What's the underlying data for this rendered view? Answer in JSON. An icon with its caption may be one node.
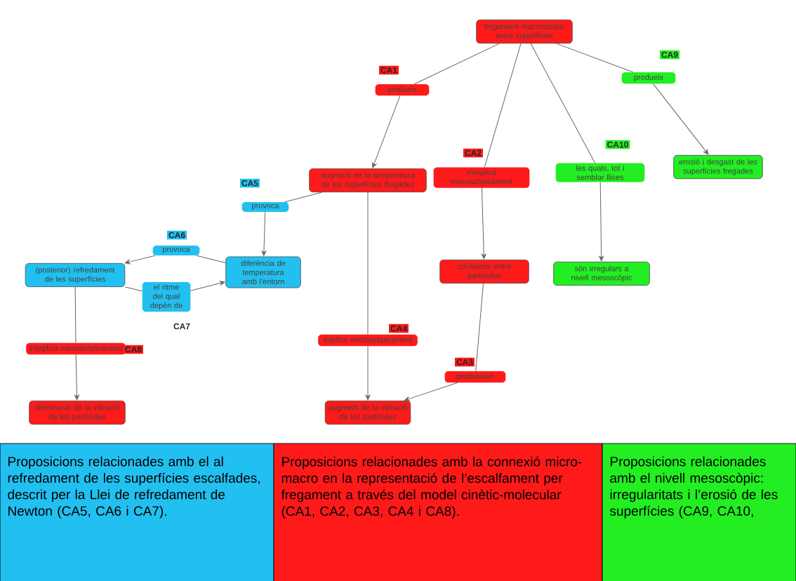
{
  "diagram": {
    "nodes": [
      {
        "text": [
          "fregament macroscòpic entre superfícies"
        ]
      },
      {
        "text": [
          "produeix"
        ]
      },
      {
        "text": [
          "produeix"
        ]
      },
      {
        "text": [
          "augment de la temperatura de les superfícies fregades"
        ]
      },
      {
        "text": [
          "s'explica microscòpicament"
        ]
      },
      {
        "text": [
          "les quals, tot i semblar llises"
        ]
      },
      {
        "text": [
          "erosió i desgast de les superfícies fregades"
        ]
      },
      {
        "text": [
          "provoca"
        ]
      },
      {
        "text": [
          "provoca"
        ]
      },
      {
        "text": [
          "(posterior) refredament de les superfícies"
        ]
      },
      {
        "text": [
          "diferència de temperatura amb l'entorn"
        ]
      },
      {
        "text": [
          "el ritme del qual depèn de"
        ]
      },
      {
        "text": [
          "col·lisions entre partícules"
        ]
      },
      {
        "text": [
          "són irregulars a nivell mesoscòpic"
        ]
      },
      {
        "text": [
          "s'explica microscòpicament"
        ]
      },
      {
        "text": [
          "explica microscòpicament"
        ]
      },
      {
        "text": [
          "produeixen"
        ]
      },
      {
        "text": [
          "disminució de la vibració de les partícules"
        ]
      },
      {
        "text": [
          "augment de la vibració de les partícules"
        ]
      }
    ],
    "edges": [
      {
        "from": 0,
        "to": 1,
        "arrow": "none"
      },
      {
        "from": 1,
        "to": 3,
        "arrow": "to"
      },
      {
        "from": 0,
        "to": 4,
        "arrow": "none"
      },
      {
        "from": 4,
        "to": 12,
        "arrow": "to"
      },
      {
        "from": 0,
        "to": 5,
        "arrow": "none"
      },
      {
        "from": 5,
        "to": 13,
        "arrow": "to"
      },
      {
        "from": 0,
        "to": 2,
        "arrow": "none"
      },
      {
        "from": 2,
        "to": 6,
        "arrow": "to"
      },
      {
        "from": 3,
        "to": 7,
        "arrow": "none"
      },
      {
        "from": 7,
        "to": 10,
        "arrow": "to"
      },
      {
        "from": 10,
        "to": 8,
        "arrow": "none"
      },
      {
        "from": 8,
        "to": 9,
        "arrow": "to"
      },
      {
        "from": 9,
        "to": 11,
        "arrow": "none"
      },
      {
        "from": 11,
        "to": 10,
        "arrow": "to"
      },
      {
        "from": 9,
        "to": 14,
        "arrow": "none"
      },
      {
        "from": 14,
        "to": 17,
        "arrow": "to"
      },
      {
        "from": 3,
        "to": 15,
        "arrow": "none"
      },
      {
        "from": 15,
        "to": 18,
        "arrow": "to"
      },
      {
        "from": 12,
        "to": 16,
        "arrow": "none"
      },
      {
        "from": 16,
        "to": 18,
        "arrow": "to"
      }
    ],
    "labels": [
      "CA9",
      "CA1",
      "CA10",
      "CA2",
      "CA5",
      "CA6",
      "CA7",
      "CA4",
      "CA8",
      "CA3",
      "Proposicions relacionades amb el al refredament de les superfícies escalfades, descrit per la Llei de refredament de Newton (CA5, CA6 i CA7).",
      "Proposicions relacionades amb la connexió micro-macro en la representació de l’escalfament per fregament a través del model cinètic-molecular (CA1, CA2, CA3, CA4 i CA8).",
      "Proposicions relacionades amb el nivell mesoscòpic: irregularitats i l’erosió de les superfícies (CA9, CA10,"
    ]
  }
}
